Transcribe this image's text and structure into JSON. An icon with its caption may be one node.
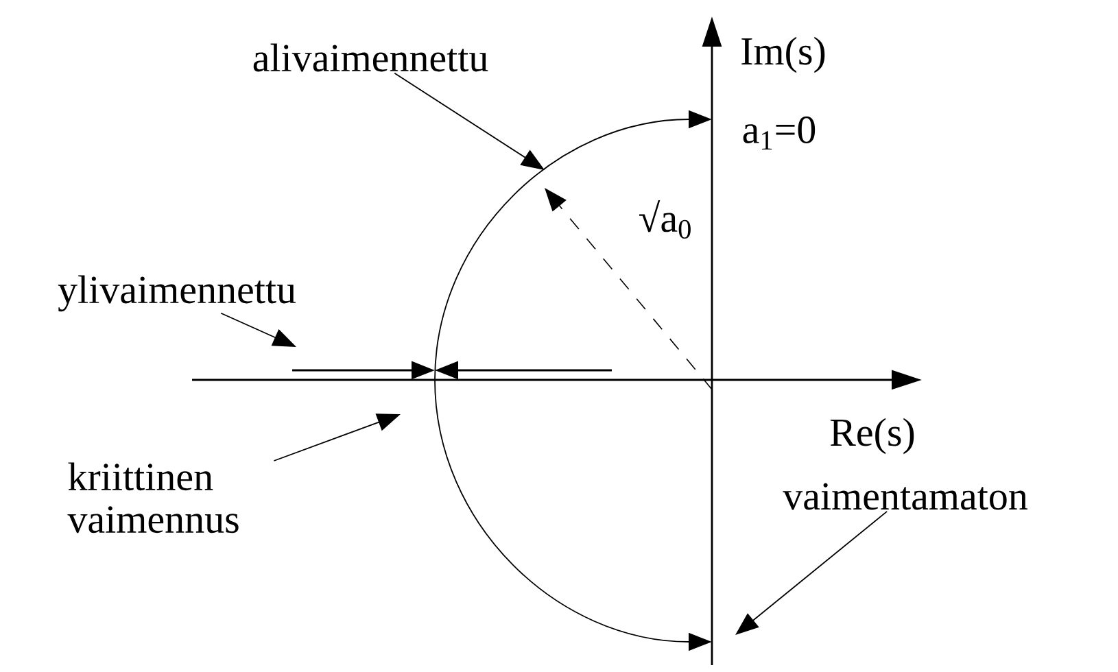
{
  "diagram": {
    "nodes": [
      {
        "text": [
          "alivaimennettu"
        ]
      },
      {
        "text": [
          "ylivaimennettu"
        ]
      },
      {
        "text": [
          "kriittinen vaimennus"
        ]
      },
      {
        "text": [
          "vaimentamaton"
        ]
      }
    ],
    "edges": [
      {
        "from": 0,
        "to": null,
        "arrow": "to"
      },
      {
        "from": 1,
        "to": null,
        "arrow": "to"
      },
      {
        "from": 2,
        "to": null,
        "arrow": "to"
      },
      {
        "from": 3,
        "to": null,
        "arrow": "to"
      }
    ],
    "labels": [
      "Im(s)",
      "a$_{1}$=0",
      "√a$_{0}$",
      "Re(s)"
    ]
  }
}
